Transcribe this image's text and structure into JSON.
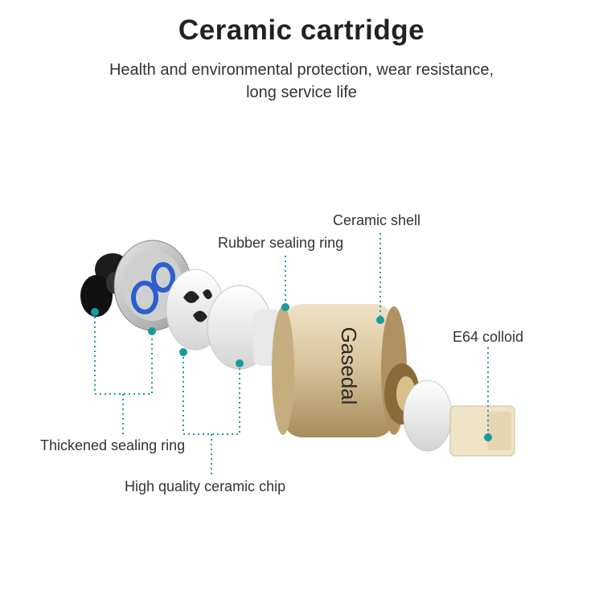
{
  "header": {
    "title": "Ceramic cartridge",
    "subtitle_line1": "Health and environmental protection, wear resistance,",
    "subtitle_line2": "long service life"
  },
  "callouts": {
    "ceramic_shell": "Ceramic shell",
    "rubber_sealing_ring": "Rubber sealing ring",
    "e64_colloid": "E64 colloid",
    "thickened_sealing_ring": "Thickened sealing ring",
    "ceramic_chip": "High quality ceramic chip"
  },
  "product": {
    "brand_text": "Gasedal"
  },
  "colors": {
    "leader": "#1a9a9a",
    "gold_shell": "#d6c29a",
    "blue_ring": "#2b5fd0",
    "black_seal": "#1c1c1c",
    "white_parts": "#f2f2f2"
  }
}
